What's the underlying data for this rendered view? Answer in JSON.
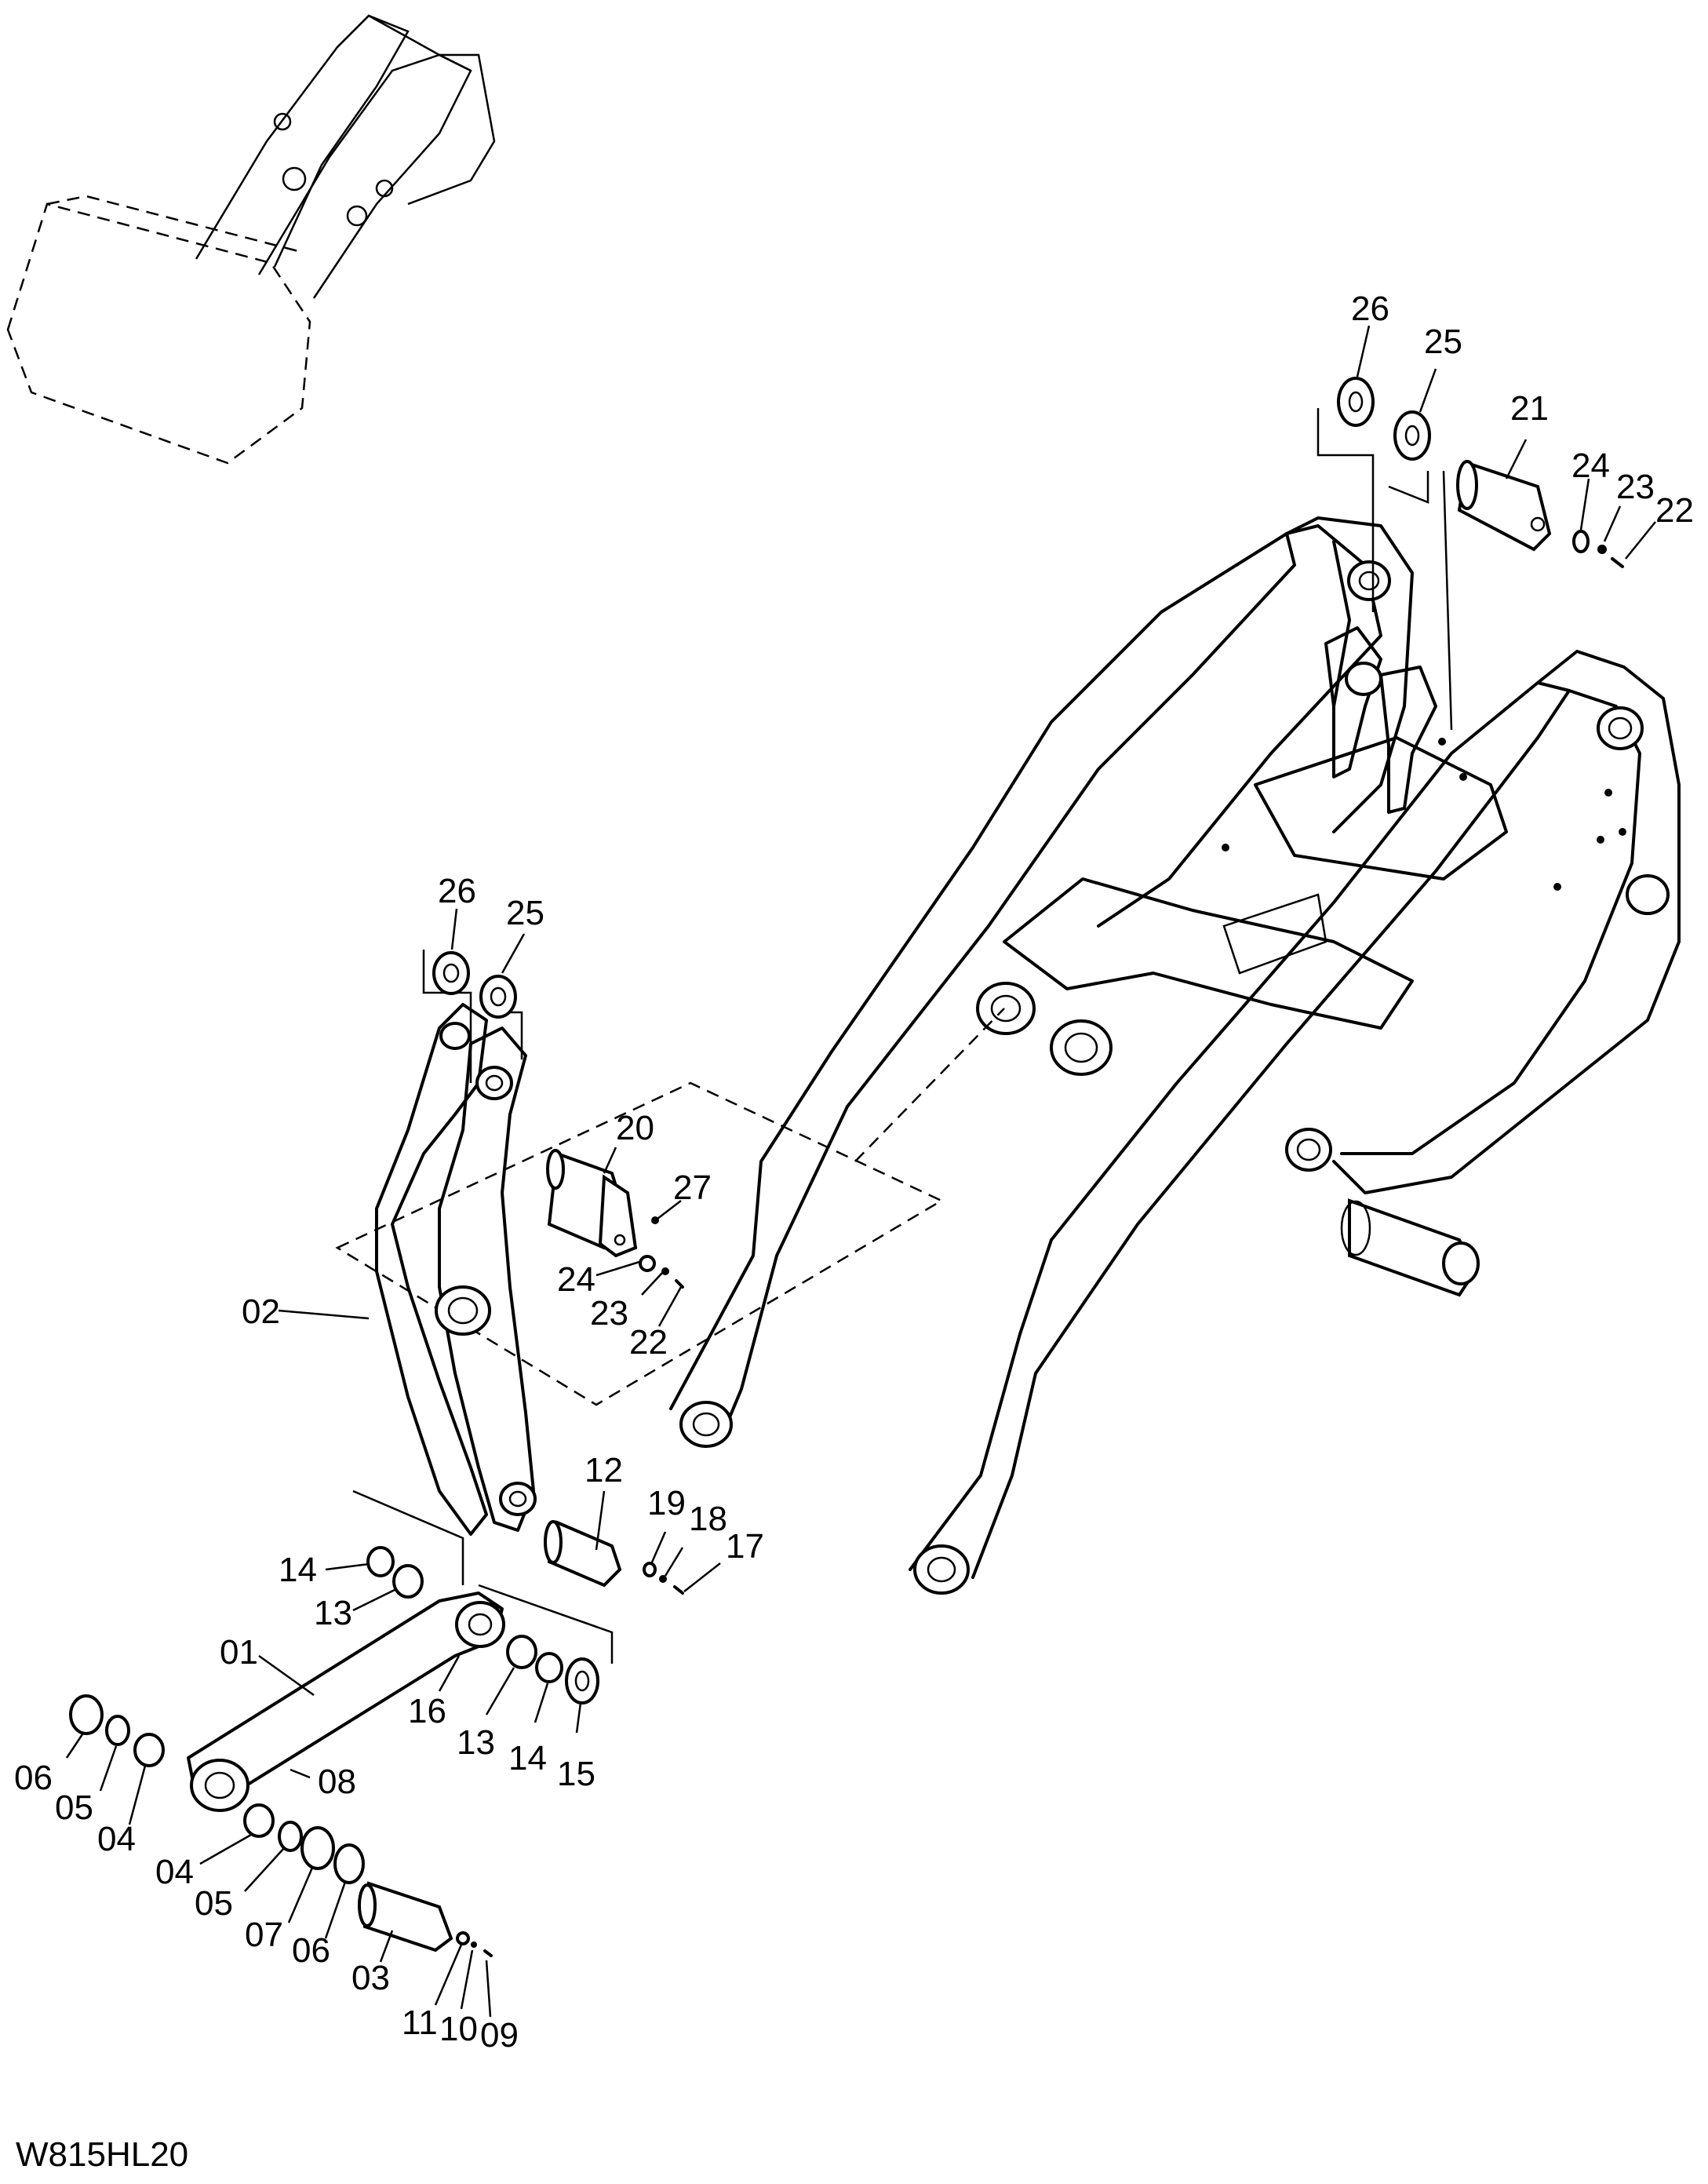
{
  "drawing_code": "W815HL20",
  "labels": {
    "l26a": "26",
    "l25a": "25",
    "l21": "21",
    "l24a": "24",
    "l23a": "23",
    "l22a": "22",
    "l26b": "26",
    "l25b": "25",
    "l20": "20",
    "l27": "27",
    "l24b": "24",
    "l23b": "23",
    "l22b": "22",
    "l02": "02",
    "l12": "12",
    "l19": "19",
    "l18": "18",
    "l17": "17",
    "l14a": "14",
    "l13a": "13",
    "l01": "01",
    "l16": "16",
    "l13b": "13",
    "l14b": "14",
    "l15": "15",
    "l06a": "06",
    "l05a": "05",
    "l04a": "04",
    "l08": "08",
    "l04b": "04",
    "l05b": "05",
    "l07": "07",
    "l06b": "06",
    "l03": "03",
    "l11": "11",
    "l10": "10",
    "l09": "09"
  }
}
